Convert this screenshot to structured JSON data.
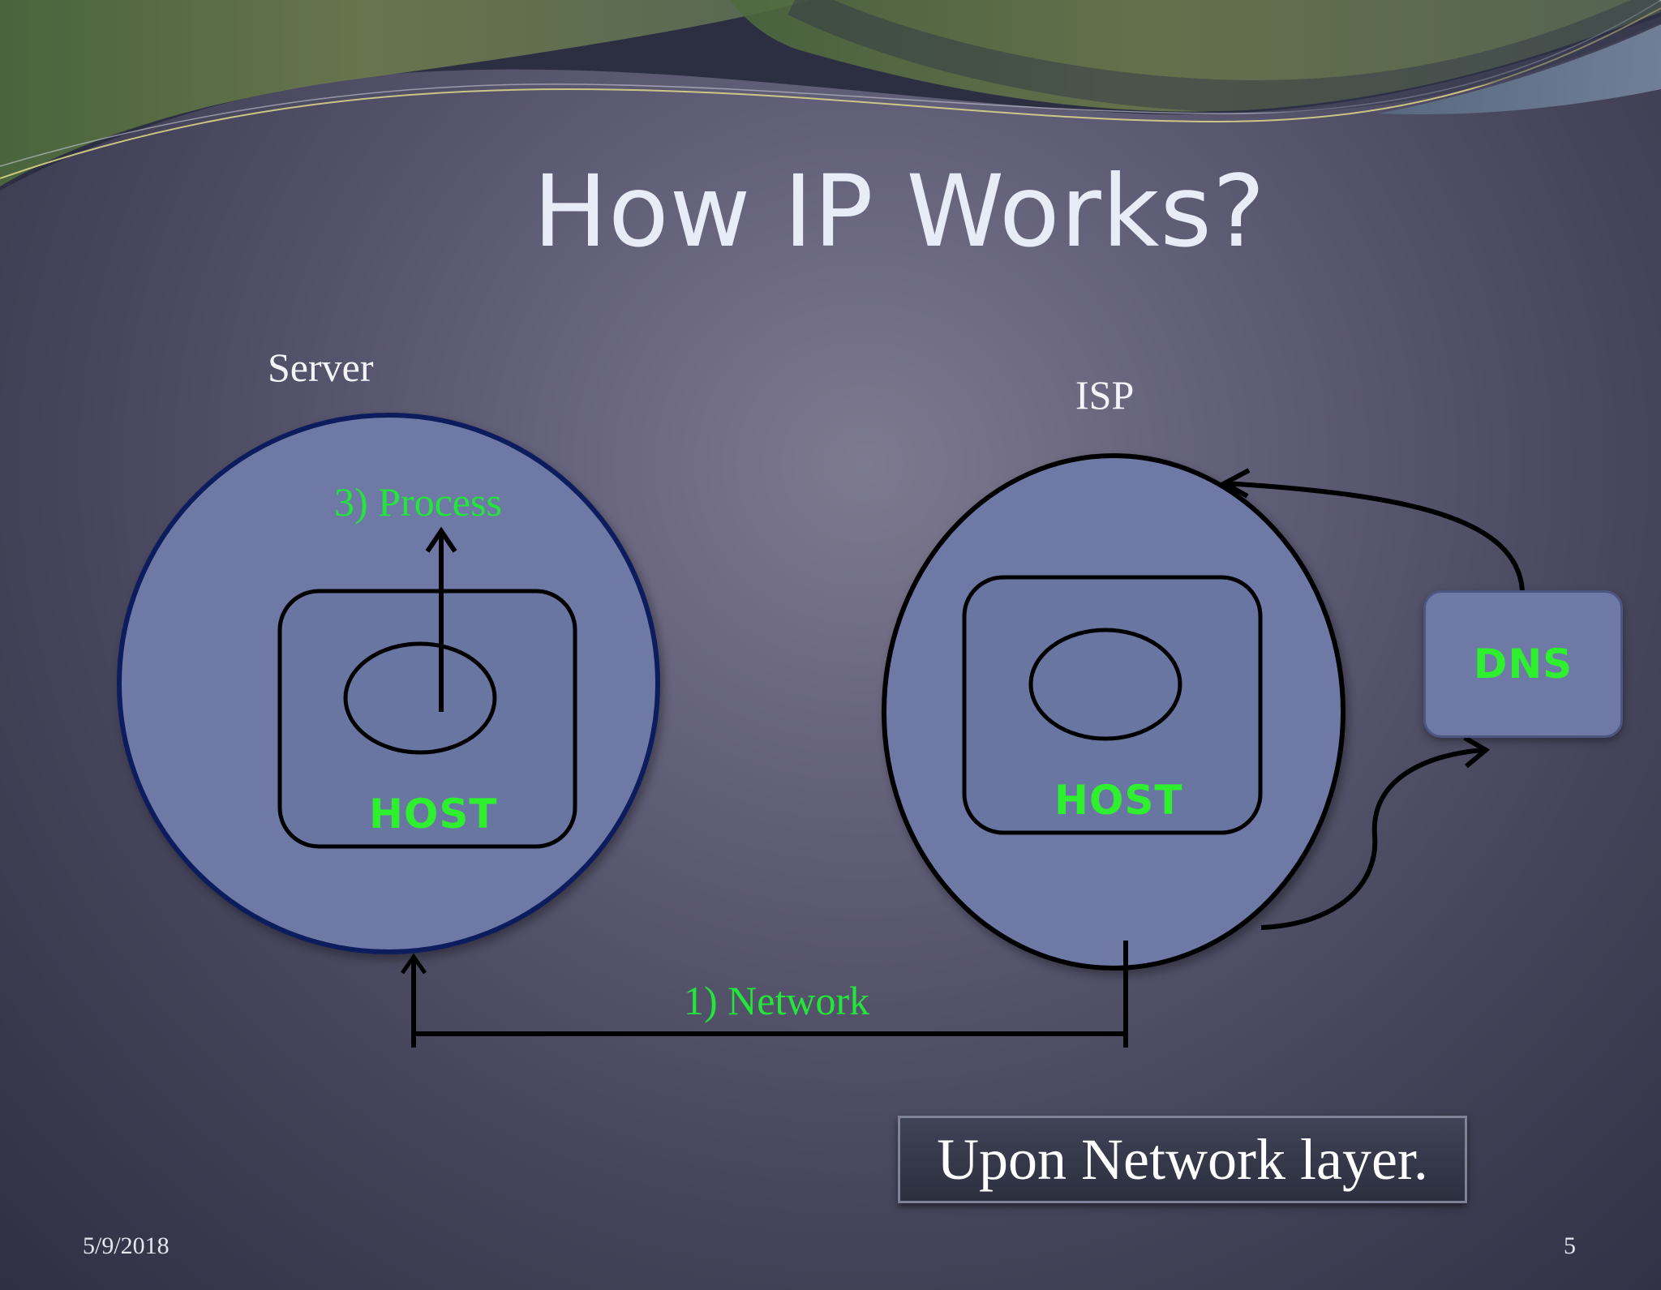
{
  "slide": {
    "title": "How IP Works?",
    "date": "5/9/2018",
    "page_number": "5"
  },
  "diagram": {
    "server_label": "Server",
    "isp_label": "ISP",
    "server_host_label": "HOST",
    "isp_host_label": "HOST",
    "dns_label": "DNS",
    "process_label": "3) Process",
    "network_label": "1) Network"
  },
  "callout": {
    "text": "Upon Network layer."
  },
  "colors": {
    "circle_fill": "#6e79a6",
    "server_border": "#0d1f5c",
    "label_green": "#22e63a",
    "host_green": "#2ef02e"
  }
}
